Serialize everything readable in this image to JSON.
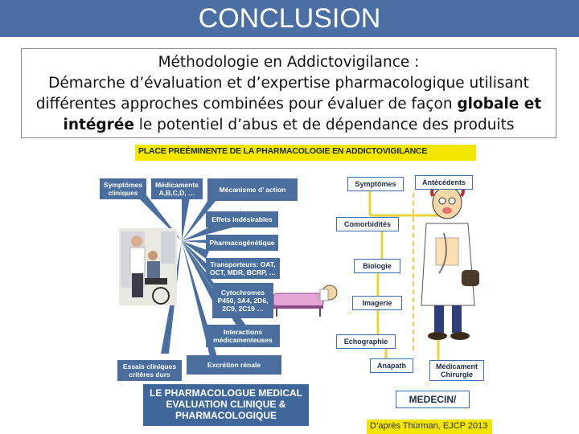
{
  "slide": {
    "title": "CONCLUSION",
    "intro_line1": "Méthodologie en Addictovigilance :",
    "intro_line2": "Démarche d’évaluation et d’expertise pharmacologique utilisant",
    "intro_line3_start": "différentes approches combinées pour évaluer de façon ",
    "intro_line3_bold": "globale et",
    "intro_line4_bold": "intégrée",
    "intro_line4_end": " le potentiel d’abus et de dépendance des produits"
  },
  "figure": {
    "header": "PLACE PREÉMINENTE DE LA PHARMACOLOGIE EN ADDICTOVIGILANCE",
    "left_boxes": {
      "symptomes": "Symptômes cliniques",
      "medicaments": "Médicaments A,B,C,D, …",
      "mecanisme": "Mécanisme d’ action",
      "effets": "Effets indésirables",
      "pharmacogenetique": "Pharmacogénétique",
      "transporteurs": "Transporteurs: OAT, OCT, MDR, BCRP, …",
      "cytochromes": "Cytochromes P450, 3A4, 2D6, 2C9, 2C19 …",
      "interactions": "Interactions médicamenteuses",
      "excretion": "Excrétion rénale",
      "essais": "Essais cliniques critères durs"
    },
    "right_boxes": {
      "symptomes": "Symptômes",
      "antecedents": "Antécédents",
      "comorbidites": "Comorbidités",
      "biologie": "Biologie",
      "imagerie": "Imagerie",
      "echographie": "Echographie",
      "anapath": "Anapath",
      "medicament_chirurgie": "Médicament Chirurgie",
      "medecin": "MEDECIN/"
    },
    "big_box": {
      "line1": "LE PHARMACOLOGUE MEDICAL",
      "line2": "EVALUATION CLINIQUE &",
      "line3": "PHARMACOLOGIQUE"
    },
    "credit": "D’après Thürman, EJCP 2013"
  },
  "colors": {
    "title_bar": "#4a6fa5",
    "box_fill": "#4a6f9f",
    "accent_yellow": "#f2e600",
    "right_border": "#3d6cb0"
  }
}
